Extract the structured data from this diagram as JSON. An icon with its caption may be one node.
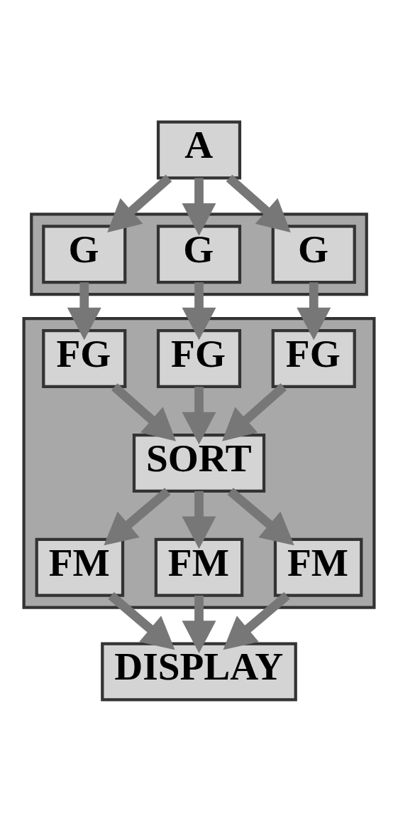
{
  "diagram": {
    "nodes": [
      {
        "text": [
          "A"
        ]
      },
      {
        "text": [],
        "shape": "box"
      },
      {
        "text": [
          "G"
        ],
        "in": 1
      },
      {
        "text": [
          "G"
        ],
        "in": 1
      },
      {
        "text": [
          "G"
        ],
        "in": 1
      },
      {
        "text": [],
        "shape": "box"
      },
      {
        "text": [
          "FG"
        ],
        "in": 5
      },
      {
        "text": [
          "FG"
        ],
        "in": 5
      },
      {
        "text": [
          "FG"
        ],
        "in": 5
      },
      {
        "text": [
          "SORT"
        ],
        "in": 5
      },
      {
        "text": [
          "FM"
        ],
        "in": 5
      },
      {
        "text": [
          "FM"
        ],
        "in": 5
      },
      {
        "text": [
          "FM"
        ],
        "in": 5
      },
      {
        "text": [
          "DISPLAY"
        ]
      }
    ],
    "edges": [
      {
        "from": 0,
        "to": 2,
        "arrow": "to"
      },
      {
        "from": 0,
        "to": 3,
        "arrow": "to"
      },
      {
        "from": 0,
        "to": 4,
        "arrow": "to"
      },
      {
        "from": 2,
        "to": 6,
        "arrow": "to"
      },
      {
        "from": 3,
        "to": 7,
        "arrow": "to"
      },
      {
        "from": 4,
        "to": 8,
        "arrow": "to"
      },
      {
        "from": 6,
        "to": 9,
        "arrow": "to"
      },
      {
        "from": 7,
        "to": 9,
        "arrow": "to"
      },
      {
        "from": 8,
        "to": 9,
        "arrow": "to"
      },
      {
        "from": 9,
        "to": 10,
        "arrow": "to"
      },
      {
        "from": 9,
        "to": 11,
        "arrow": "to"
      },
      {
        "from": 9,
        "to": 12,
        "arrow": "to"
      },
      {
        "from": 10,
        "to": 13,
        "arrow": "to"
      },
      {
        "from": 11,
        "to": 13,
        "arrow": "to"
      },
      {
        "from": 12,
        "to": 13,
        "arrow": "to"
      }
    ]
  }
}
